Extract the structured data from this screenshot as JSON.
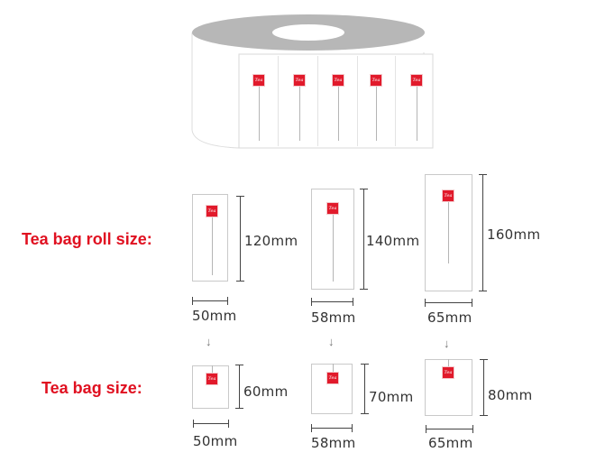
{
  "labels": {
    "roll_size": "Tea bag roll size:",
    "bag_size": "Tea bag size:"
  },
  "tag_text": "Tea",
  "colors": {
    "label_red": "#e01020",
    "tag_red": "#e11a2b",
    "roll_core": "#bdbdbd"
  },
  "roll_sizes": [
    {
      "width": "50mm",
      "height": "120mm"
    },
    {
      "width": "58mm",
      "height": "140mm"
    },
    {
      "width": "65mm",
      "height": "160mm"
    }
  ],
  "bag_sizes": [
    {
      "width": "50mm",
      "height": "60mm"
    },
    {
      "width": "58mm",
      "height": "70mm"
    },
    {
      "width": "65mm",
      "height": "80mm"
    }
  ],
  "arrow_icon": "down-arrow-icon"
}
